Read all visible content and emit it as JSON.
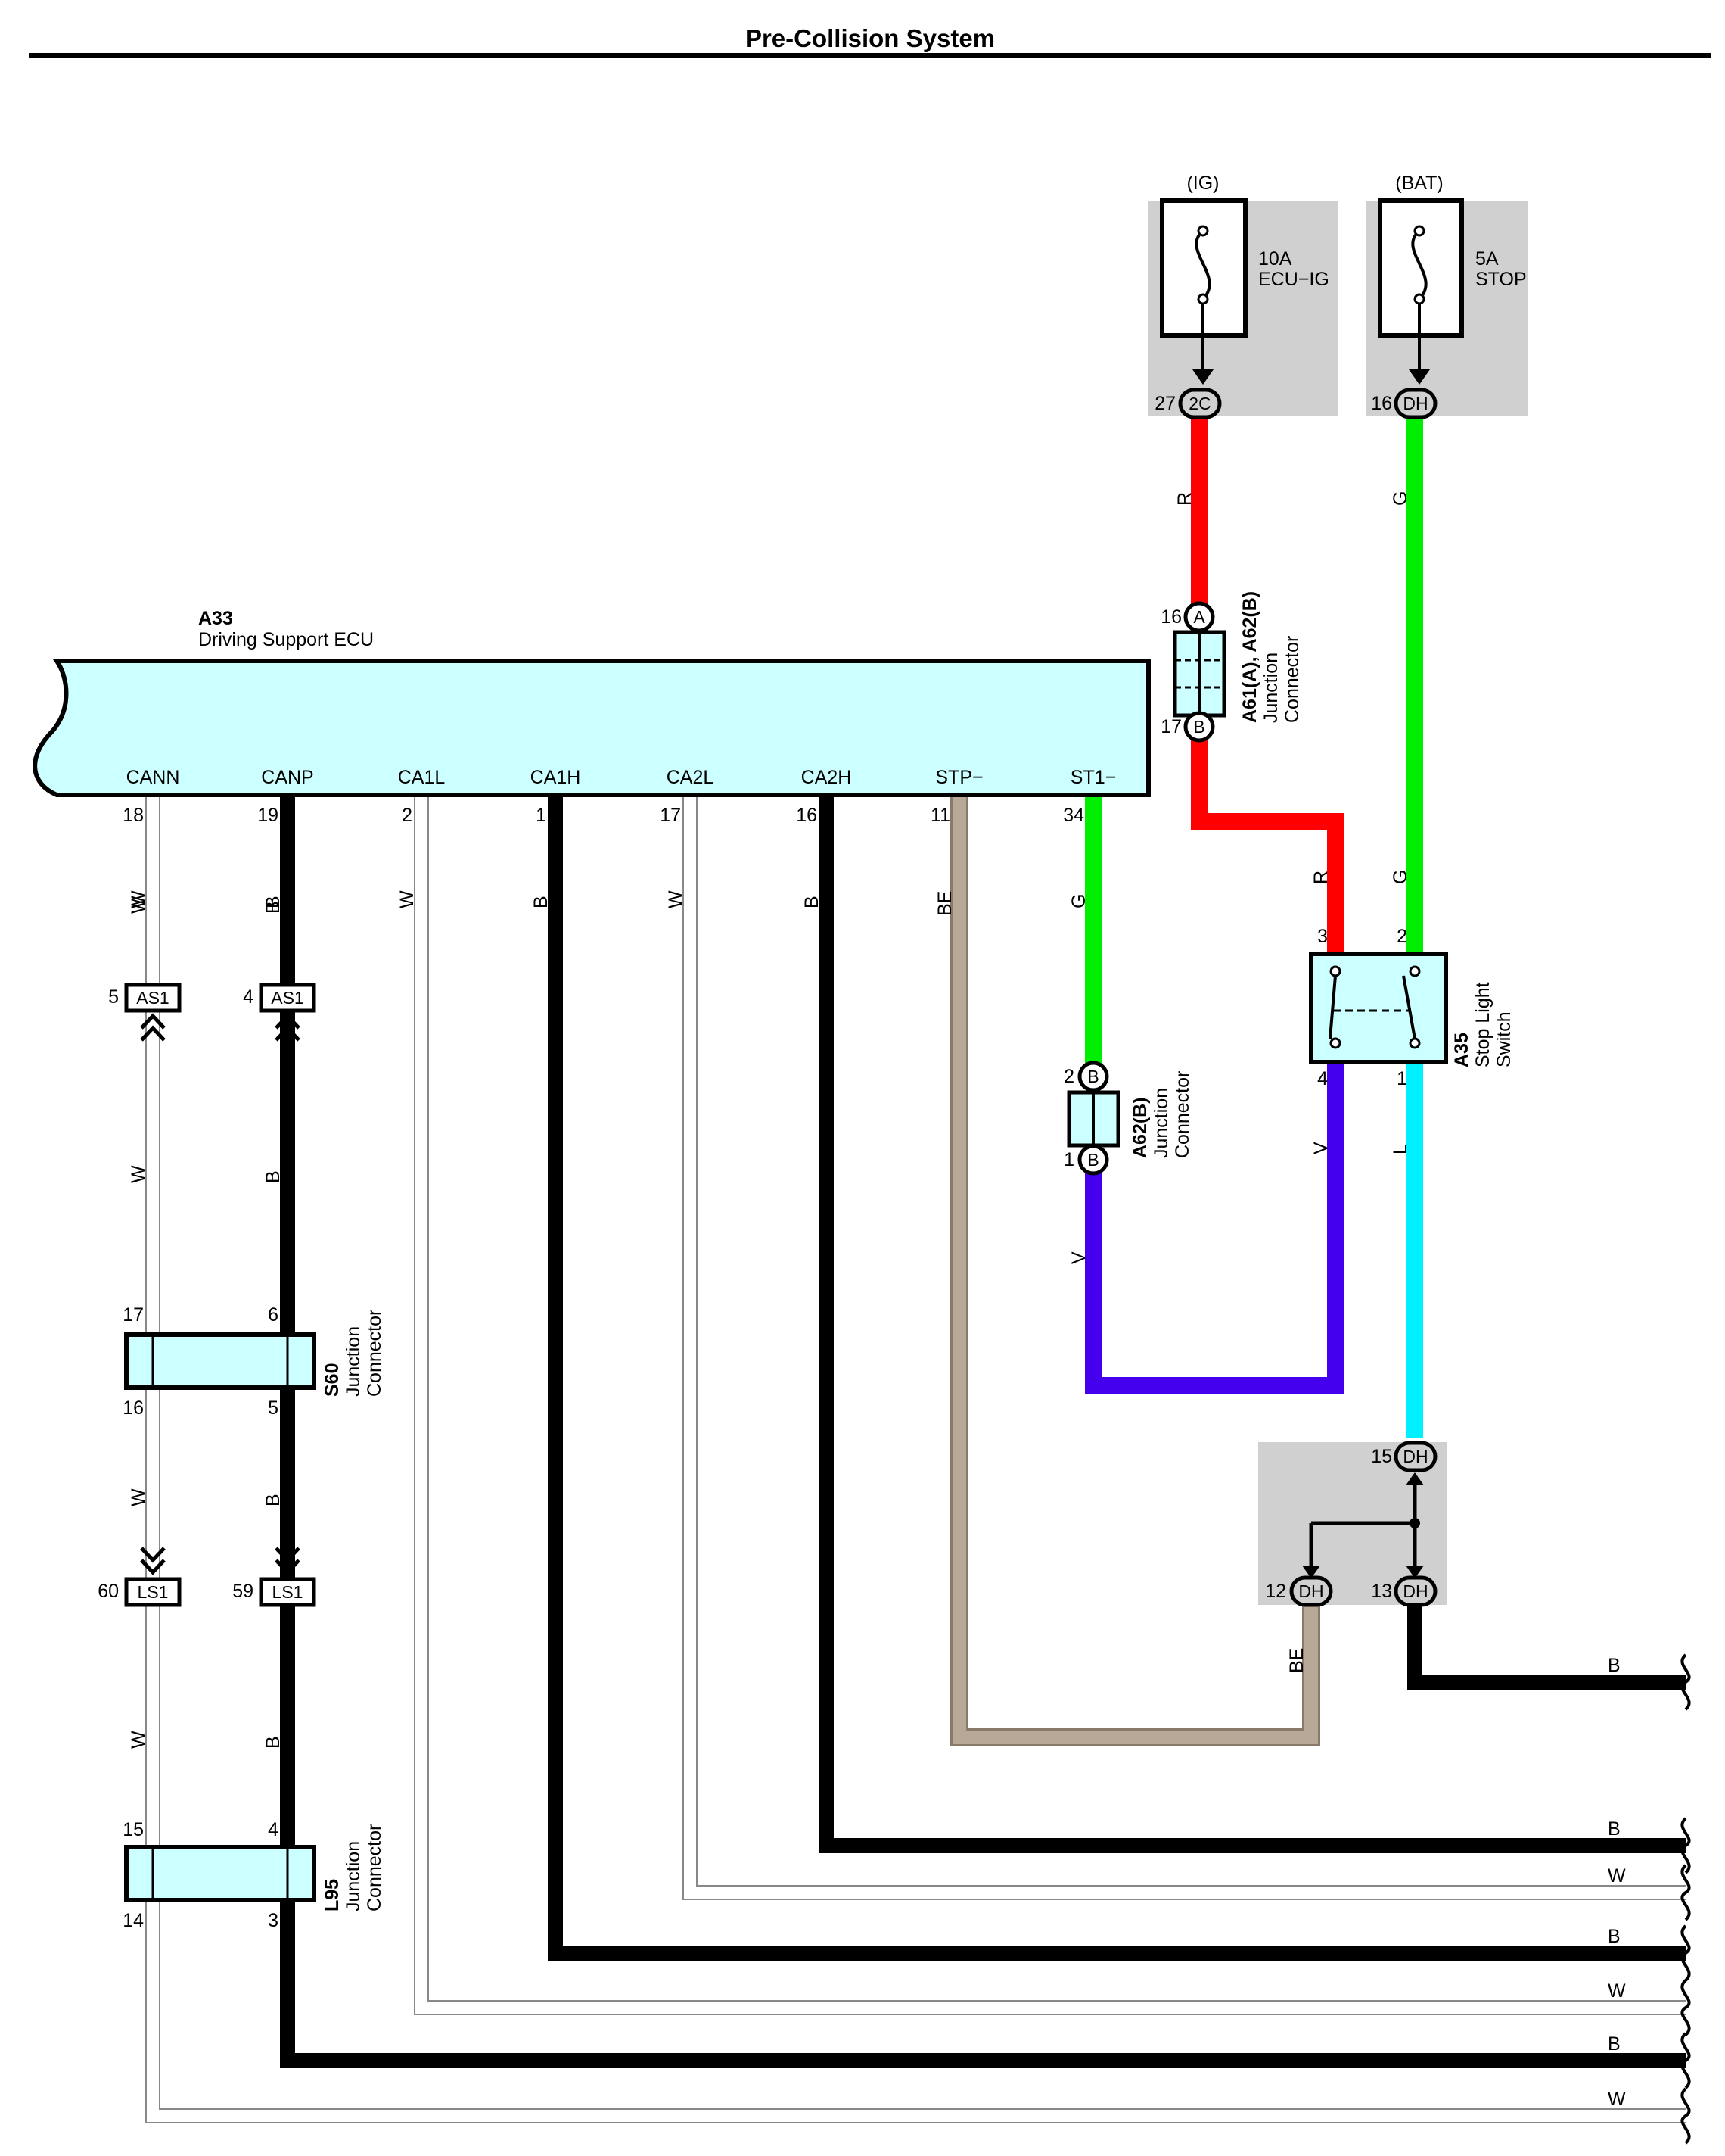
{
  "title": "Pre-Collision System",
  "colors": {
    "red": "#ff0000",
    "green": "#00ee00",
    "violet": "#4400ee",
    "light_blue": "#00f0ff",
    "beige": "#b8a898",
    "black": "#000000",
    "white_wire_outline": "#888888",
    "ecu_fill": "#ccffff",
    "fuse_box_fill": "#d0d0d0"
  },
  "ecu": {
    "code": "A33",
    "name": "Driving Support ECU",
    "terminals": [
      {
        "name": "CANN",
        "pin": "18",
        "wire": "W"
      },
      {
        "name": "CANP",
        "pin": "19",
        "wire": "B"
      },
      {
        "name": "CA1L",
        "pin": "2",
        "wire": "W"
      },
      {
        "name": "CA1H",
        "pin": "1",
        "wire": "B"
      },
      {
        "name": "CA2L",
        "pin": "17",
        "wire": "W"
      },
      {
        "name": "CA2H",
        "pin": "16",
        "wire": "B"
      },
      {
        "name": "STP−",
        "pin": "11",
        "wire": "BE"
      },
      {
        "name": "ST1−",
        "pin": "34",
        "wire": "G"
      }
    ]
  },
  "power": {
    "ig": {
      "label": "(IG)",
      "fuse_amp": "10A",
      "fuse_name": "ECU−IG",
      "pin": "27",
      "connector": "2C",
      "wire": "R"
    },
    "bat": {
      "label": "(BAT)",
      "fuse_amp": "5A",
      "fuse_name": "STOP",
      "pin": "16",
      "connector": "DH",
      "wire": "G"
    }
  },
  "junction_a61": {
    "code": "A61(A), A62(B)",
    "desc1": "Junction",
    "desc2": "Connector",
    "pin_top": "16",
    "conn_top": "A",
    "pin_bottom": "17",
    "conn_bottom": "B"
  },
  "junction_a62": {
    "code": "A62(B)",
    "desc1": "Junction",
    "desc2": "Connector",
    "pin_top": "2",
    "conn_top": "B",
    "pin_bottom": "1",
    "conn_bottom": "B",
    "wire_below": "V"
  },
  "stop_switch": {
    "code": "A35",
    "desc1": "Stop Light",
    "desc2": "Switch",
    "pin_tl": "3",
    "pin_tr": "2",
    "pin_bl": "4",
    "pin_br": "1",
    "wire_tl": "R",
    "wire_tr": "G",
    "wire_bl": "V",
    "wire_br": "L"
  },
  "dh_block": {
    "pin_top": "15",
    "conn_top": "DH",
    "pin_bl": "12",
    "conn_bl": "DH",
    "pin_br": "13",
    "conn_br": "DH",
    "wire_left": "BE"
  },
  "as1": {
    "connector": "AS1",
    "pin_left": "5",
    "pin_right": "4",
    "wire_left": "W",
    "wire_right": "B"
  },
  "s60": {
    "code": "S60",
    "desc1": "Junction",
    "desc2": "Connector",
    "pin_tl": "17",
    "pin_tr": "6",
    "pin_bl": "16",
    "pin_br": "5",
    "wire_left": "W",
    "wire_right": "B"
  },
  "ls1": {
    "connector": "LS1",
    "pin_left": "60",
    "pin_right": "59",
    "wire_left": "W",
    "wire_right": "B"
  },
  "l95": {
    "code": "L95",
    "desc1": "Junction",
    "desc2": "Connector",
    "pin_tl": "15",
    "pin_tr": "4",
    "pin_bl": "14",
    "pin_br": "3",
    "wire_left": "W",
    "wire_right": "B"
  },
  "right_exits": [
    "B",
    "B",
    "W",
    "B",
    "W",
    "B",
    "W"
  ]
}
